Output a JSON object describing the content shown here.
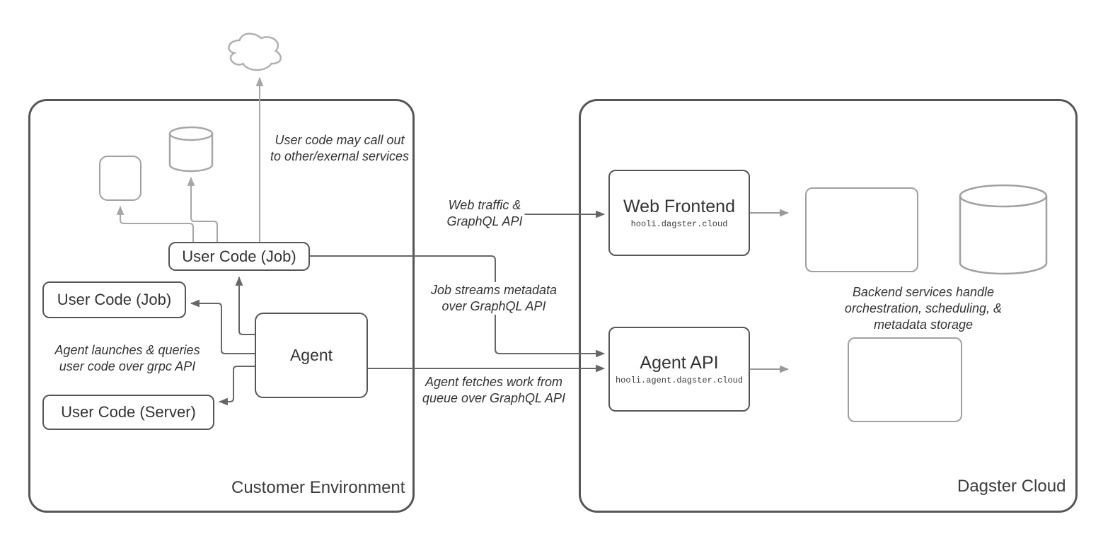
{
  "containers": {
    "customer": {
      "label": "Customer Environment"
    },
    "dagster": {
      "label": "Dagster Cloud"
    }
  },
  "nodes": {
    "user_code_job_top": {
      "label": "User Code (Job)"
    },
    "user_code_job_left": {
      "label": "User Code (Job)"
    },
    "user_code_server": {
      "label": "User Code (Server)"
    },
    "agent": {
      "label": "Agent"
    },
    "web_frontend": {
      "label": "Web Frontend",
      "subtitle": "hooli.dagster.cloud"
    },
    "agent_api": {
      "label": "Agent API",
      "subtitle": "hooli.agent.dagster.cloud"
    }
  },
  "annotations": {
    "user_code_external": "User code may call out\nto other/exernal services",
    "agent_launches": "Agent launches & queries\nuser code over grpc API",
    "web_traffic": "Web traffic &\nGraphQL API",
    "job_streams": "Job streams metadata\nover GraphQL API",
    "agent_fetches": "Agent fetches work from\nqueue over GraphQL API",
    "backend_services": "Backend services handle\norchestration, scheduling, &\nmetadata storage"
  },
  "colors": {
    "node_stroke": "#565656",
    "connector_dark": "#666666",
    "connector_gray": "#999999",
    "ghost_stroke": "#a0a0a0",
    "text": "#333333",
    "background": "#ffffff"
  }
}
